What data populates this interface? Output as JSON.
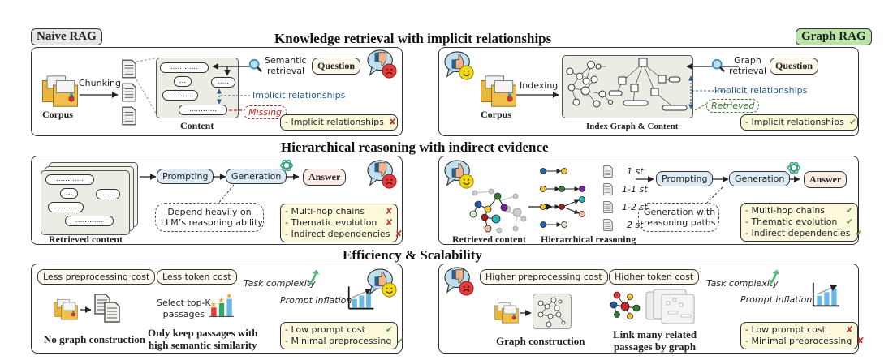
{
  "tags": {
    "naive": "Naive RAG",
    "graph": "Graph RAG"
  },
  "colors": {
    "naive_tag_bg": "#e6e6e6",
    "graph_tag_bg": "#b9e4a8",
    "prompt_bg": "#dbeaf3",
    "answer_bg": "#fbece4",
    "eval_bg": "#fcf8dc",
    "content_bg": "#ecebe4",
    "cross": "#c0392b",
    "check": "#5a9e3a",
    "implicit_blue": "#2b5f8f",
    "missing_red": "#c62828",
    "retrieved_green": "#3b7a2a"
  },
  "sections": {
    "retrieval": {
      "title": "Knowledge retrieval with implicit relationships",
      "naive": {
        "corpus_label": "Corpus",
        "chunking_label": "Chunking",
        "content_label": "Content",
        "chunks": [
          "............",
          "...",
          ".....",
          "..........",
          "............"
        ],
        "retrieval_label_1": "Semantic",
        "retrieval_label_2": "retrieval",
        "question_label": "Question",
        "implicit_label": "Implicit relationships",
        "missing_label": "Missing",
        "eval_items": [
          {
            "text": "- Implicit relationships",
            "mark": "✘"
          }
        ]
      },
      "graph": {
        "corpus_label": "Corpus",
        "indexing_label": "Indexing",
        "index_label": "Index Graph & Content",
        "retrieval_label_1": "Graph",
        "retrieval_label_2": "retrieval",
        "question_label": "Question",
        "implicit_label": "Implicit relationships",
        "retrieved_label": "Retrieved",
        "eval_items": [
          {
            "text": "- Implicit relationships",
            "mark": "✔"
          }
        ]
      }
    },
    "reasoning": {
      "title": "Hierarchical reasoning with indirect evidence",
      "naive": {
        "retrieved_label": "Retrieved content",
        "chunks": [
          "............",
          "...",
          ".....",
          "..........",
          "............"
        ],
        "prompting_label": "Prompting",
        "generation_label": "Generation",
        "answer_label": "Answer",
        "note_line1": "Depend heavily on",
        "note_line2": "LLM’s reasoning ability",
        "eval_items": [
          {
            "text": "- Multi-hop chains",
            "mark": "✘"
          },
          {
            "text": "- Thematic evolution",
            "mark": "✘"
          },
          {
            "text": "- Indirect dependencies",
            "mark": "✘"
          }
        ]
      },
      "graph": {
        "retrieved_label": "Retrieved content",
        "hierarchical_label": "Hierarchical reasoning",
        "steps": [
          "1 st",
          "1-1 st",
          "1-2 st",
          "2 st"
        ],
        "prompting_label": "Prompting",
        "generation_label": "Generation",
        "answer_label": "Answer",
        "note_line1": "Generation with",
        "note_line2": "reasoning paths",
        "eval_items": [
          {
            "text": "- Multi-hop chains",
            "mark": "✔"
          },
          {
            "text": "- Thematic evolution",
            "mark": "✔"
          },
          {
            "text": "- Indirect dependencies",
            "mark": "✔"
          }
        ]
      }
    },
    "efficiency": {
      "title": "Efficiency & Scalability",
      "naive": {
        "cost1": "Less preprocessing cost",
        "cost2": "Less token cost",
        "select_line1": "Select top-K",
        "select_line2": "passages",
        "task_complexity": "Task complexity",
        "prompt_inflation": "Prompt inflation",
        "caption1": "No graph construction",
        "caption2_line1": "Only keep passages with",
        "caption2_line2": "high semantic similarity",
        "eval_items": [
          {
            "text": "- Low prompt cost",
            "mark": "✔"
          },
          {
            "text": "- Minimal preprocessing",
            "mark": "✔"
          }
        ]
      },
      "graph": {
        "cost1": "Higher preprocessing cost",
        "cost2": "Higher token cost",
        "task_complexity": "Task complexity",
        "prompt_inflation": "Prompt inflation",
        "caption1": "Graph construction",
        "caption2_line1": "Link many related",
        "caption2_line2": "passages by graph",
        "eval_items": [
          {
            "text": "- Low prompt cost",
            "mark": "✘"
          },
          {
            "text": "- Minimal preprocessing",
            "mark": "✘"
          }
        ]
      }
    }
  }
}
